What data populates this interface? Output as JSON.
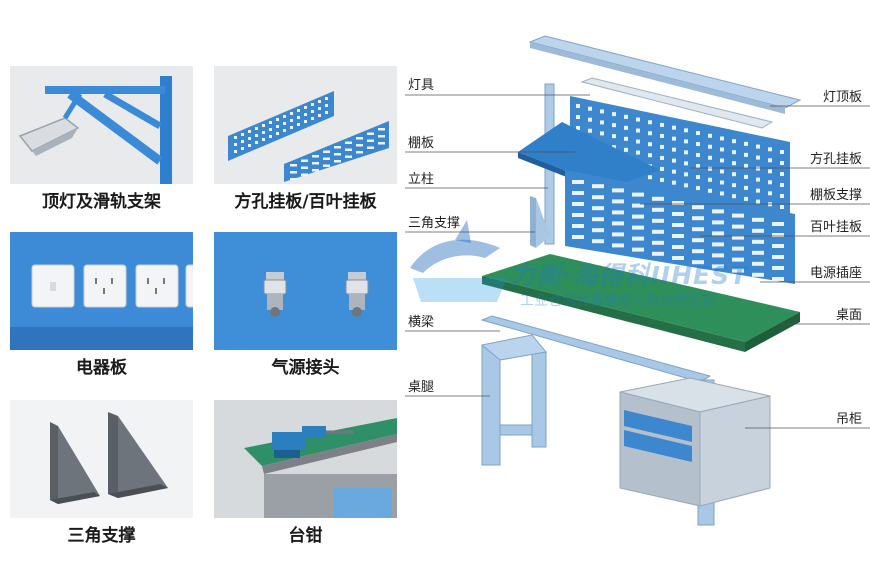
{
  "thumbnails": [
    {
      "id": "lamp",
      "caption": "顶灯及滑轨支架",
      "icon": "lamp-rail-bracket-icon"
    },
    {
      "id": "pegboard",
      "caption": "方孔挂板/百叶挂板",
      "icon": "pegboard-icon"
    },
    {
      "id": "electric",
      "caption": "电器板",
      "icon": "power-socket-icon"
    },
    {
      "id": "air",
      "caption": "气源接头",
      "icon": "air-fitting-icon"
    },
    {
      "id": "triangle",
      "caption": "三角支撑",
      "icon": "triangle-bracket-icon"
    },
    {
      "id": "vise",
      "caption": "台钳",
      "icon": "bench-vise-icon"
    }
  ],
  "diagram": {
    "labels_left": [
      "灯具",
      "棚板",
      "立柱",
      "三角支撑",
      "横梁",
      "桌腿"
    ],
    "labels_right": [
      "灯顶板",
      "方孔挂板",
      "棚板支撑",
      "百叶挂板",
      "电源插座",
      "桌面",
      "吊柜"
    ]
  },
  "watermark": {
    "line1": "力衡·海得科IIHEST",
    "line2": "工业仓储装备集成与系统供应商",
    "icon": "shark-logo-icon"
  },
  "colors": {
    "panel_blue": "#3d87cf",
    "frame_blue": "#a8c8e6",
    "desk_green": "#2f8f5b",
    "cabinet_grey": "#c8d2dc",
    "thumb_bg": "#e6e8ea"
  }
}
